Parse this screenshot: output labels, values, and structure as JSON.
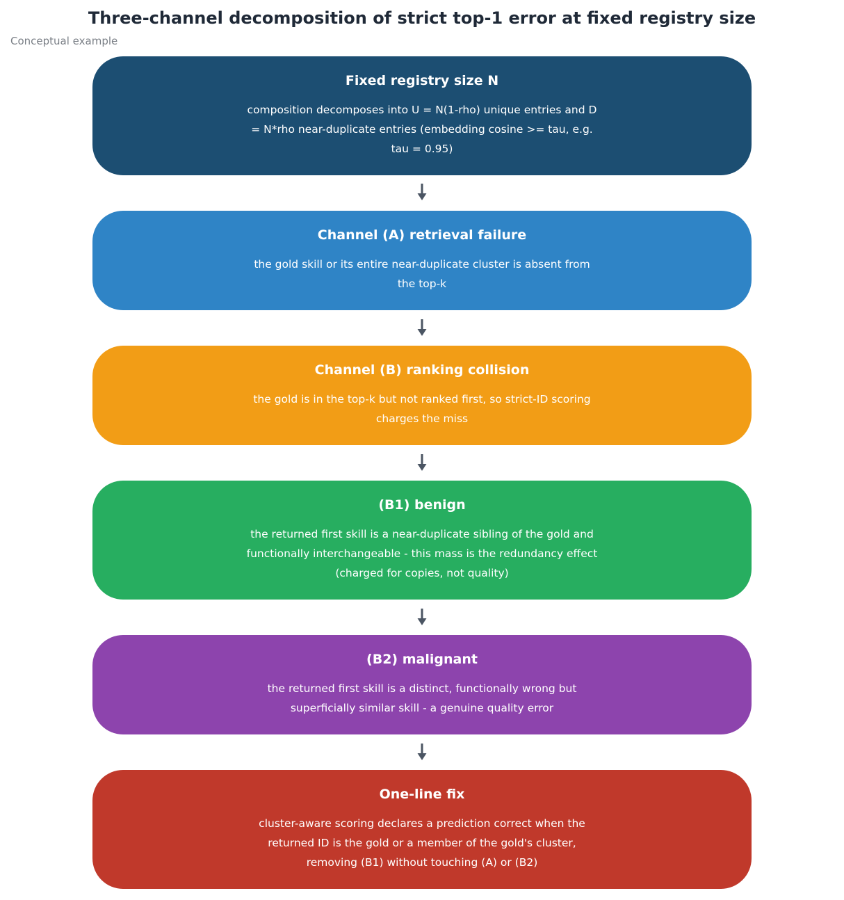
{
  "title": "Three-channel decomposition of strict top-1 error at fixed registry size",
  "subtitle": "Conceptual example",
  "boxes": [
    {
      "title": "Fixed registry size N",
      "desc": "composition decomposes into U = N(1-rho) unique entries and D = N*rho near-duplicate entries (embedding cosine >= tau, e.g. tau = 0.95)",
      "color": "#1c4e72"
    },
    {
      "title": "Channel (A) retrieval failure",
      "desc": "the gold skill or its entire near-duplicate cluster is absent from the top-k",
      "color": "#2f84c6"
    },
    {
      "title": "Channel (B) ranking collision",
      "desc": "the gold is in the top-k but not ranked first, so strict-ID scoring charges the miss",
      "color": "#f29d16"
    },
    {
      "title": "(B1) benign",
      "desc": "the returned first skill is a near-duplicate sibling of the gold and functionally interchangeable - this mass is the redundancy effect (charged for copies, not quality)",
      "color": "#27ae60"
    },
    {
      "title": "(B2) malignant",
      "desc": "the returned first skill is a distinct, functionally wrong but superficially similar skill - a genuine quality error",
      "color": "#8d44ad"
    },
    {
      "title": "One-line fix",
      "desc": "cluster-aware scoring declares a prediction correct when the returned ID is the gold or a member of the gold's cluster, removing (B1) without touching (A) or (B2)",
      "color": "#c0392b"
    }
  ],
  "arrow_color": "#4b5563"
}
